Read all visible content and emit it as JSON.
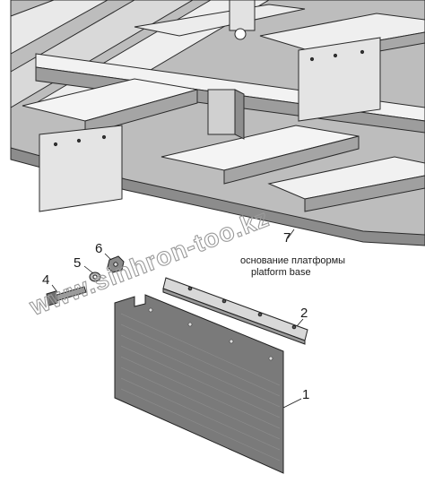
{
  "caption": {
    "line_ru": "основание платформы",
    "line_en": "platform base"
  },
  "callouts": [
    {
      "id": "1",
      "text": "1"
    },
    {
      "id": "2",
      "text": "2"
    },
    {
      "id": "4",
      "text": "4"
    },
    {
      "id": "5",
      "text": "5"
    },
    {
      "id": "6",
      "text": "6"
    },
    {
      "id": "7",
      "text": "7"
    }
  ],
  "watermark": "www.sinhron-too.kz",
  "colors": {
    "frame_fill": "#cfcfcf",
    "frame_dark": "#8c8c8c",
    "frame_light": "#f2f2f2",
    "panel_fill": "#7a7a7a",
    "line": "#2a2a2a"
  }
}
